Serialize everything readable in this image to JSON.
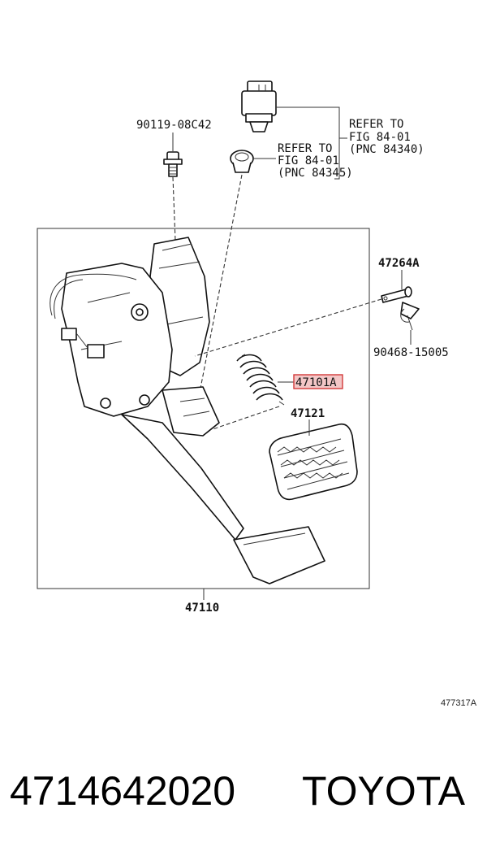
{
  "labels": {
    "bolt": "90119-08C42",
    "refer_a_line1": "REFER TO",
    "refer_a_line2": "FIG 84-01",
    "refer_a_line3": "(PNC 84340)",
    "refer_b_line1": "REFER TO",
    "refer_b_line2": "FIG 84-01",
    "refer_b_line3": "(PNC 84345)",
    "pin": "47264A",
    "clip": "90468-15005",
    "spring": "47101A",
    "pad": "47121",
    "assembly": "47110",
    "figure_code": "477317A"
  },
  "footer": {
    "part_number": "4714642020",
    "brand": "TOYOTA"
  },
  "colors": {
    "highlight_fill": "#f3c7c7",
    "highlight_stroke": "#d23a3a"
  }
}
